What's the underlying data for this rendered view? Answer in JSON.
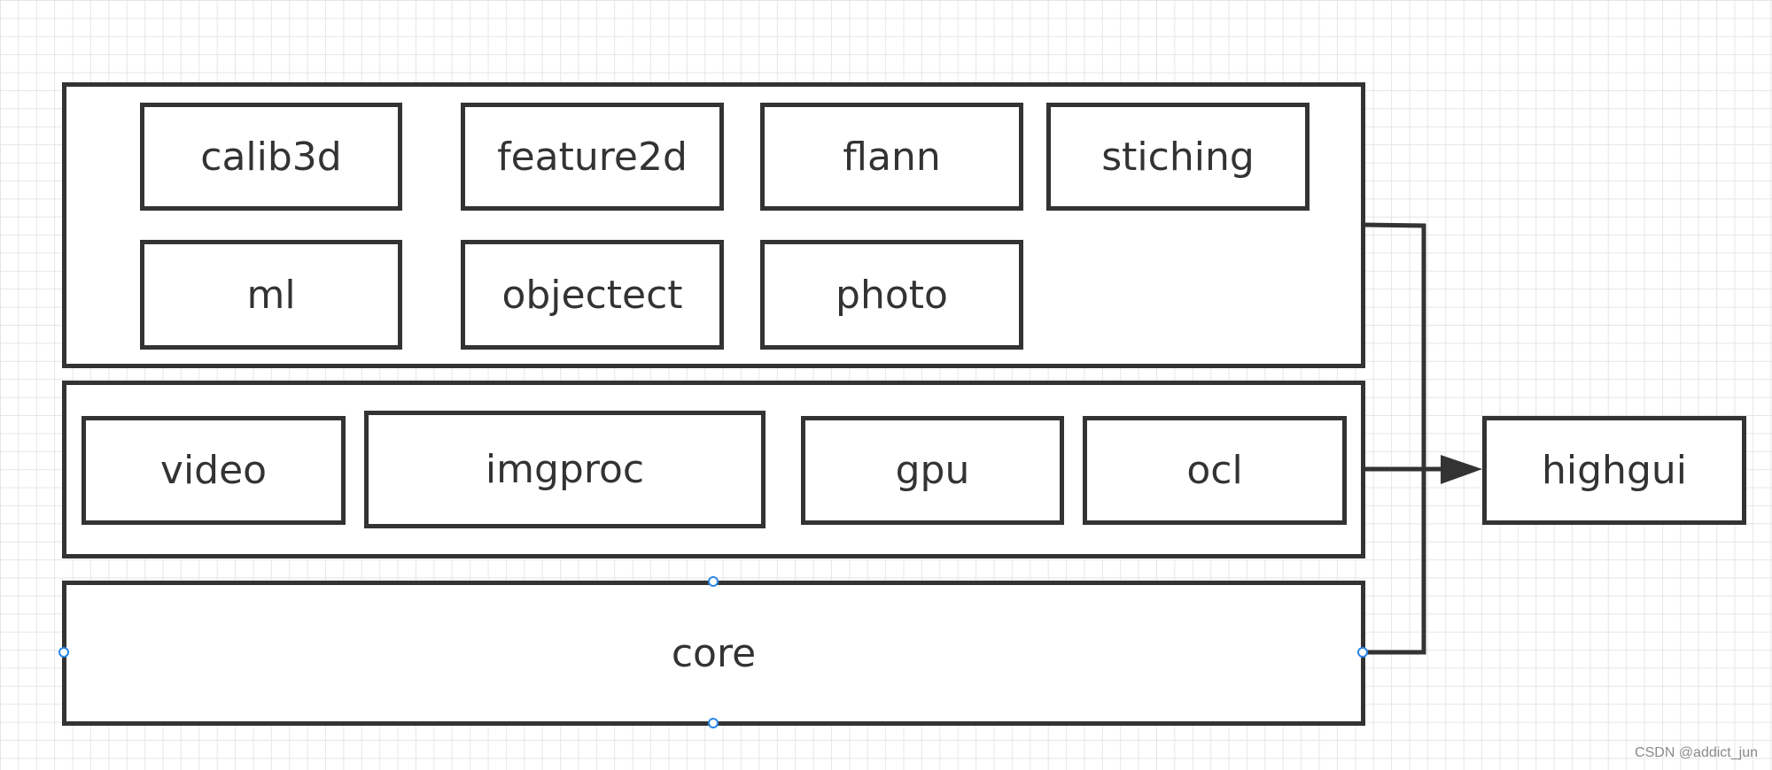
{
  "groups": {
    "top": {
      "nodes": [
        {
          "label": "calib3d"
        },
        {
          "label": "feature2d"
        },
        {
          "label": "flann"
        },
        {
          "label": "stiching"
        },
        {
          "label": "ml"
        },
        {
          "label": "objectect"
        },
        {
          "label": "photo"
        }
      ]
    },
    "middle": {
      "nodes": [
        {
          "label": "video"
        },
        {
          "label": "imgproc"
        },
        {
          "label": "gpu"
        },
        {
          "label": "ocl"
        }
      ]
    },
    "core": {
      "label": "core"
    }
  },
  "highgui": {
    "label": "highgui"
  },
  "watermark": "CSDN @addict_jun",
  "colors": {
    "stroke": "#333333",
    "grid": "#e6e6e6",
    "selection_handle": "#2a86e8",
    "watermark": "#8a8a8a"
  }
}
